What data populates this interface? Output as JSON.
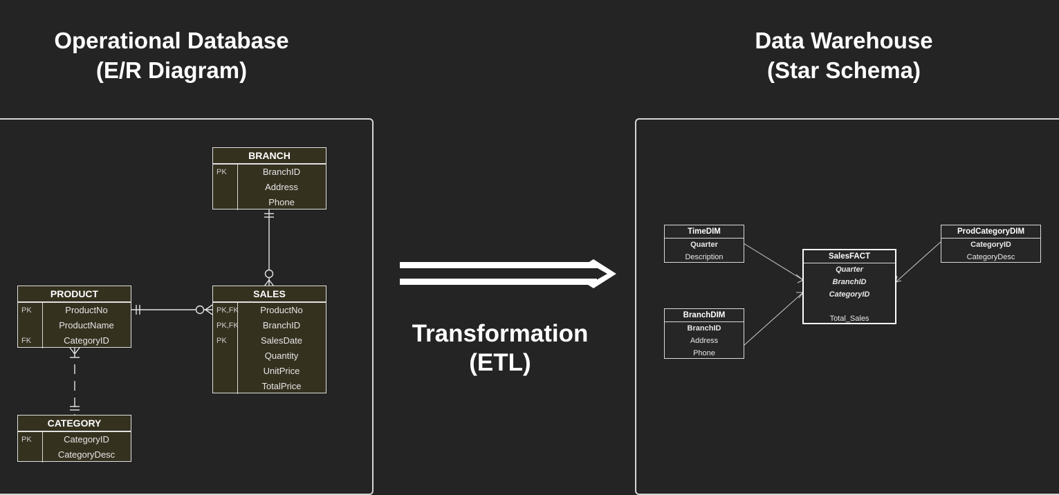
{
  "left_heading": {
    "line1": "Operational Database",
    "line2": "(E/R Diagram)"
  },
  "right_heading": {
    "line1": "Data Warehouse",
    "line2": "(Star Schema)"
  },
  "transformation": {
    "line1": "Transformation",
    "line2": "(ETL)"
  },
  "er_entities": {
    "branch": {
      "title": "BRANCH",
      "rows": [
        {
          "key": "PK",
          "field": "BranchID"
        },
        {
          "key": "",
          "field": "Address"
        },
        {
          "key": "",
          "field": "Phone"
        }
      ]
    },
    "product": {
      "title": "PRODUCT",
      "rows": [
        {
          "key": "PK",
          "field": "ProductNo"
        },
        {
          "key": "",
          "field": "ProductName"
        },
        {
          "key": "FK",
          "field": "CategoryID"
        }
      ]
    },
    "sales": {
      "title": "SALES",
      "rows": [
        {
          "key": "PK,FK",
          "field": "ProductNo"
        },
        {
          "key": "PK,FK",
          "field": "BranchID"
        },
        {
          "key": "PK",
          "field": "SalesDate"
        },
        {
          "key": "",
          "field": "Quantity"
        },
        {
          "key": "",
          "field": "UnitPrice"
        },
        {
          "key": "",
          "field": "TotalPrice"
        }
      ]
    },
    "category": {
      "title": "CATEGORY",
      "rows": [
        {
          "key": "PK",
          "field": "CategoryID"
        },
        {
          "key": "",
          "field": "CategoryDesc"
        }
      ]
    }
  },
  "star_tables": {
    "time": {
      "title": "TimeDIM",
      "rows": [
        "Quarter",
        "Description"
      ]
    },
    "branch": {
      "title": "BranchDIM",
      "rows": [
        "BranchID",
        "Address",
        "Phone"
      ]
    },
    "fact": {
      "title": "SalesFACT",
      "rows": [
        "Quarter",
        "BranchID",
        "CategoryID",
        "",
        "Total_Sales"
      ]
    },
    "prodcategory": {
      "title": "ProdCategoryDIM",
      "rows": [
        "CategoryID",
        "CategoryDesc"
      ]
    }
  },
  "colors": {
    "background": "#242424",
    "entity_fill": "#35311f",
    "border": "#e2e2e2",
    "text": "#ffffff"
  }
}
